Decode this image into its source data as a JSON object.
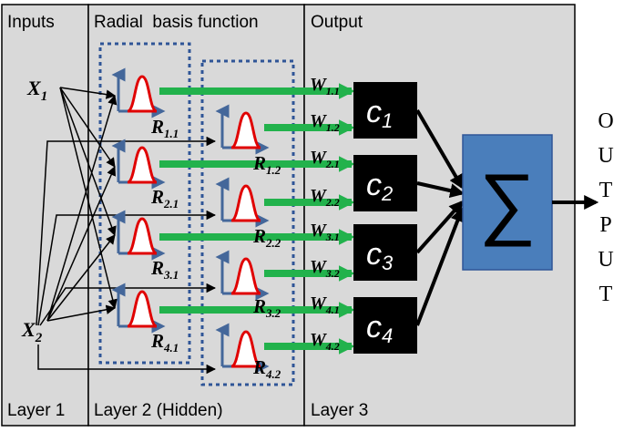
{
  "panels": {
    "inputs": {
      "title": "Inputs",
      "footer": "Layer 1"
    },
    "hidden": {
      "title": "Radial  basis function",
      "footer": "Layer 2 (Hidden)"
    },
    "output": {
      "title": "Output",
      "footer": "Layer 3"
    }
  },
  "inputs": [
    {
      "var": "X",
      "sub": "1"
    },
    {
      "var": "X",
      "sub": "2"
    }
  ],
  "rbf_units": [
    {
      "var": "R",
      "sub": "1.1"
    },
    {
      "var": "R",
      "sub": "1.2"
    },
    {
      "var": "R",
      "sub": "2.1"
    },
    {
      "var": "R",
      "sub": "2.2"
    },
    {
      "var": "R",
      "sub": "3.1"
    },
    {
      "var": "R",
      "sub": "3.2"
    },
    {
      "var": "R",
      "sub": "4.1"
    },
    {
      "var": "R",
      "sub": "4.2"
    }
  ],
  "weights": [
    {
      "var": "W",
      "sub": "1.1"
    },
    {
      "var": "W",
      "sub": "1.2"
    },
    {
      "var": "W",
      "sub": "2.1"
    },
    {
      "var": "W",
      "sub": "2.2"
    },
    {
      "var": "W",
      "sub": "3.1"
    },
    {
      "var": "W",
      "sub": "3.2"
    },
    {
      "var": "W",
      "sub": "4.1"
    },
    {
      "var": "W",
      "sub": "4.2"
    }
  ],
  "classes": [
    {
      "var": "c",
      "sub": "1"
    },
    {
      "var": "c",
      "sub": "2"
    },
    {
      "var": "c",
      "sub": "3"
    },
    {
      "var": "c",
      "sub": "4"
    }
  ],
  "sum_symbol": "∑",
  "output_letters": [
    "O",
    "U",
    "T",
    "P",
    "U",
    "T"
  ],
  "colors": {
    "panel_fill": "#d9d9d9",
    "dotted_box": "#2f5597",
    "axis": "#44679a",
    "curve": "#e00000",
    "weight_arrow": "#22b24c",
    "class_box": "#000000",
    "sum_box": "#4a7ebb"
  }
}
